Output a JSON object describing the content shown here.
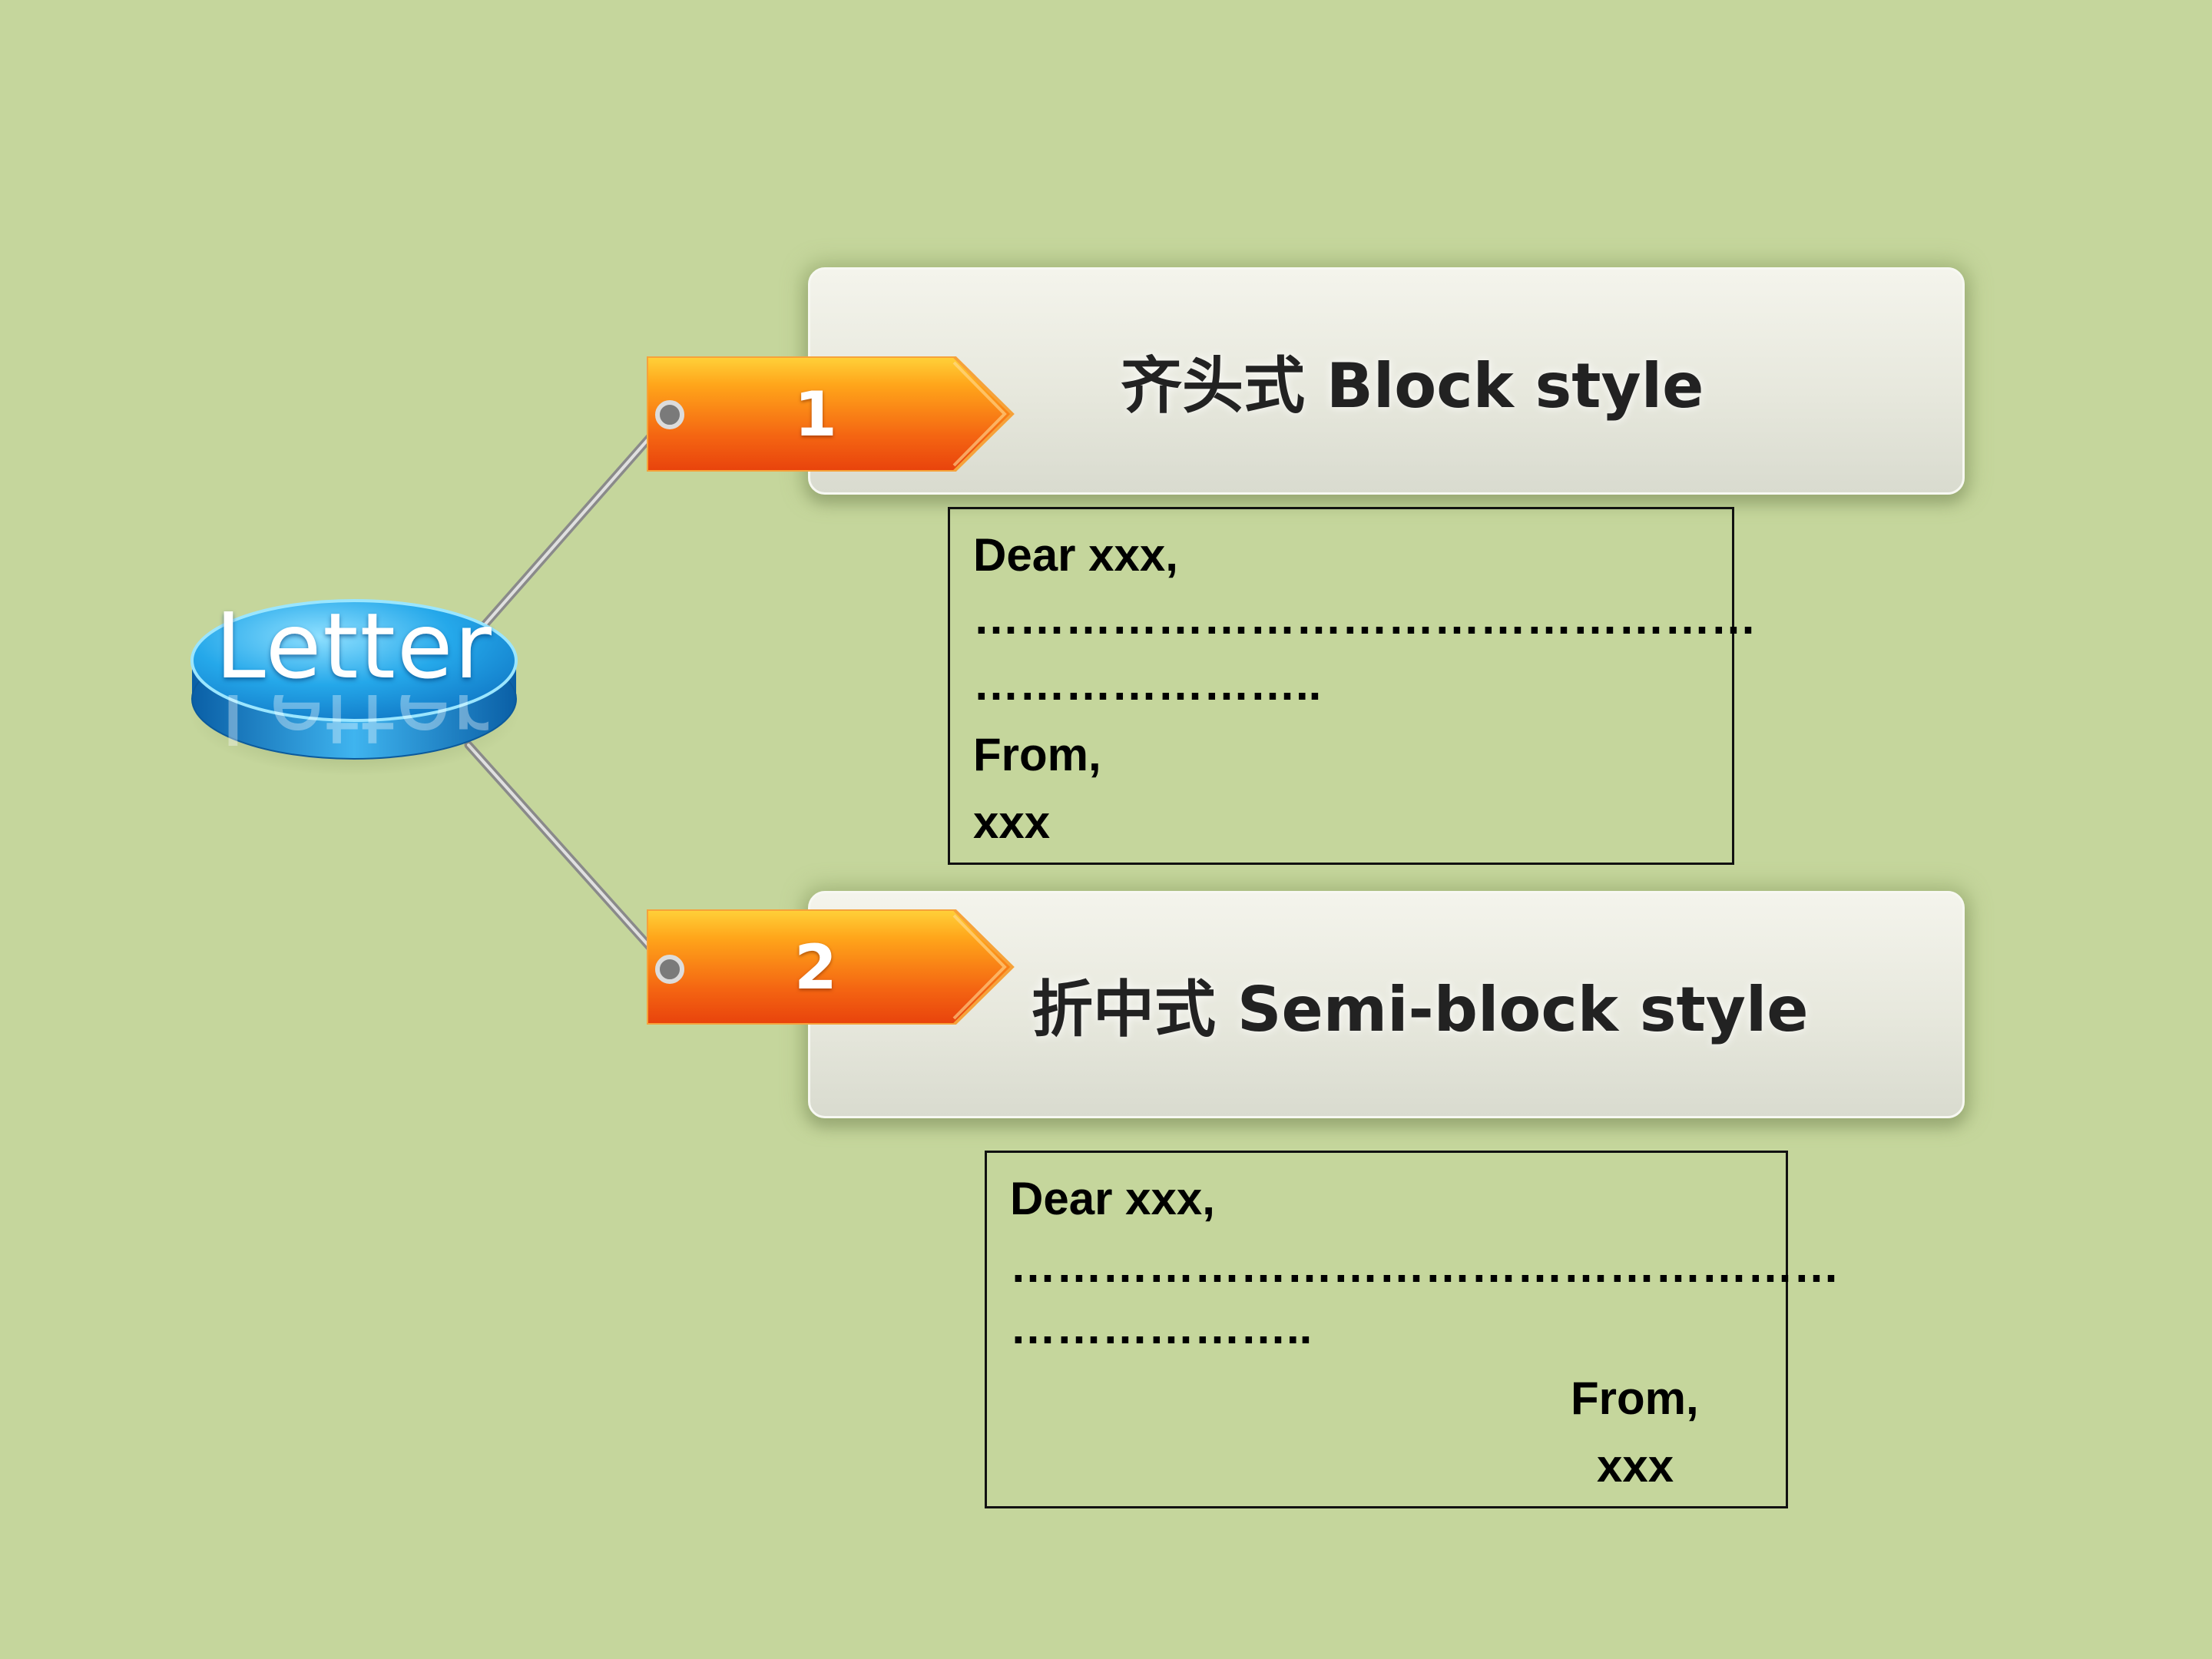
{
  "center": {
    "label": "Letter"
  },
  "items": [
    {
      "number": "1",
      "title": "齐头式 Block style",
      "letter": {
        "salutation": "Dear xxx,",
        "body_line1": "……………………………………………",
        "body_line2": "…………………..",
        "closing": "From,",
        "signature": "xxx"
      }
    },
    {
      "number": "2",
      "title": "折中式 Semi-block style",
      "letter": {
        "salutation": "Dear xxx,",
        "body_line1": "………………………………………………",
        "body_line2": "………………..",
        "closing": "From,",
        "signature": "xxx"
      }
    }
  ],
  "colors": {
    "background": "#c5d69c",
    "arrow_top": "#ffc21a",
    "arrow_bottom": "#e8420c",
    "badge_blue": "#1b9fe0",
    "panel": "#e7e8dd"
  }
}
